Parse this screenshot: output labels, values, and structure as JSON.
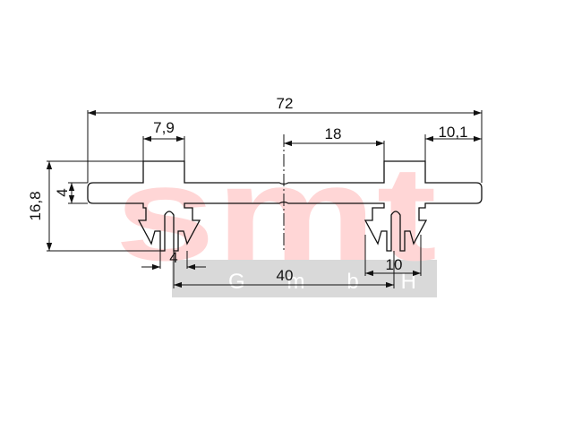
{
  "watermark": {
    "logo_text": "smt",
    "sub_text": "G m b H",
    "logo_color": "#ffd6d6",
    "band_color": "#d9d9d9"
  },
  "colors": {
    "outline": "#111111",
    "dimension": "#111111"
  },
  "dimensions": {
    "overall_width": "72",
    "left_upper_width": "7,9",
    "right_upper_offset": "18",
    "right_edge_offset": "10,1",
    "total_height": "16,8",
    "flange_thickness": "4",
    "slot_width": "4",
    "clip_width": "10",
    "clip_spacing": "40"
  }
}
